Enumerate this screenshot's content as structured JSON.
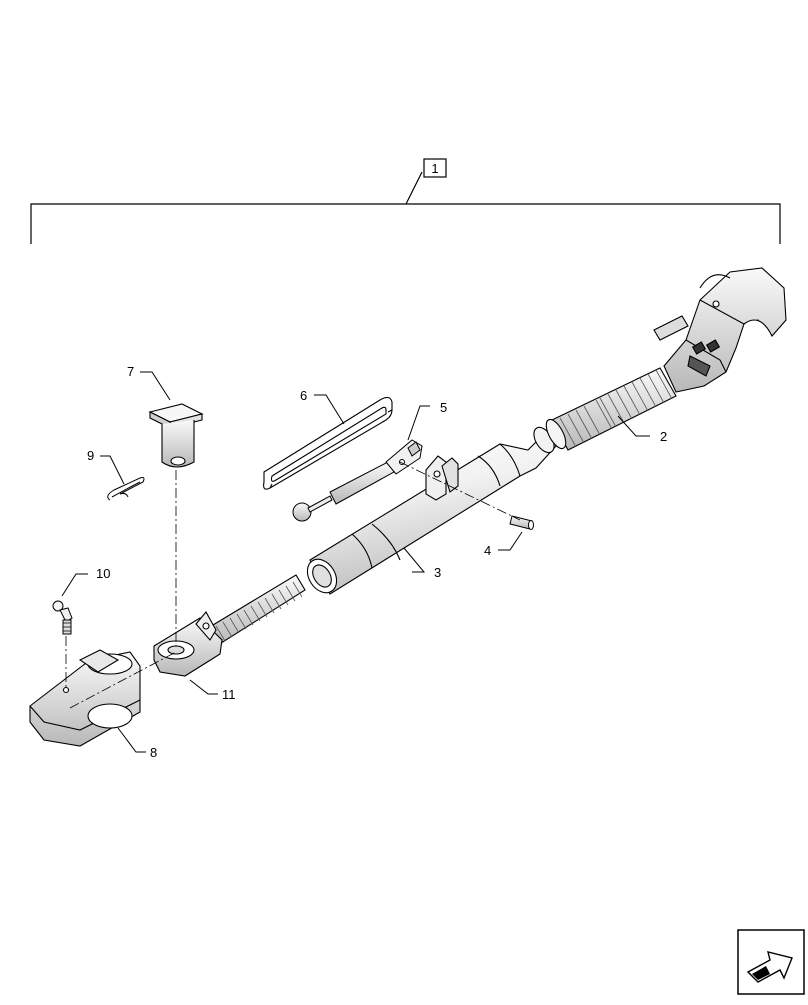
{
  "diagram": {
    "assembly_callout": "1",
    "callouts": {
      "c2": "2",
      "c3": "3",
      "c4": "4",
      "c5": "5",
      "c6": "6",
      "c7": "7",
      "c8": "8",
      "c9": "9",
      "c10": "10",
      "c11": "11"
    },
    "nav_icon": "next-page-arrow-icon"
  }
}
